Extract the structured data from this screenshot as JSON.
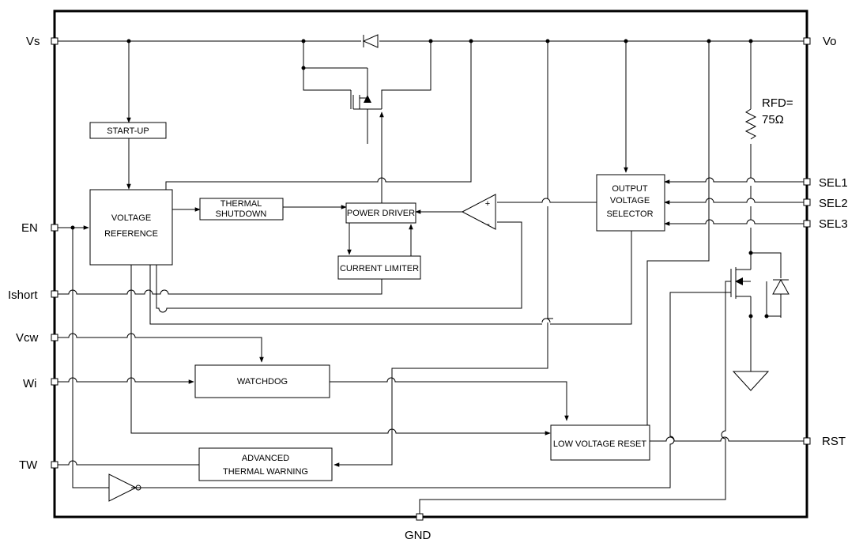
{
  "pins": {
    "vs": "Vs",
    "vo": "Vo",
    "en": "EN",
    "ishort": "Ishort",
    "vcw": "Vcw",
    "wi": "Wi",
    "tw": "TW",
    "sel1": "SEL1",
    "sel2": "SEL2",
    "sel3": "SEL3",
    "rst": "RST",
    "gnd": "GND"
  },
  "blocks": {
    "startup": "START-UP",
    "voltage_reference": [
      "VOLTAGE",
      "REFERENCE"
    ],
    "thermal_shutdown": [
      "THERMAL",
      "SHUTDOWN"
    ],
    "power_driver": "POWER DRIVER",
    "current_limiter": "CURRENT LIMITER",
    "output_voltage_selector": [
      "OUTPUT",
      "VOLTAGE",
      "SELECTOR"
    ],
    "watchdog": "WATCHDOG",
    "low_voltage_reset": "LOW VOLTAGE RESET",
    "advanced_thermal_warning": [
      "ADVANCED",
      "THERMAL WARNING"
    ]
  },
  "resistor": {
    "label_line1": "RFD=",
    "label_line2": "75Ω"
  },
  "comparator": {
    "plus": "+",
    "minus": "-"
  }
}
